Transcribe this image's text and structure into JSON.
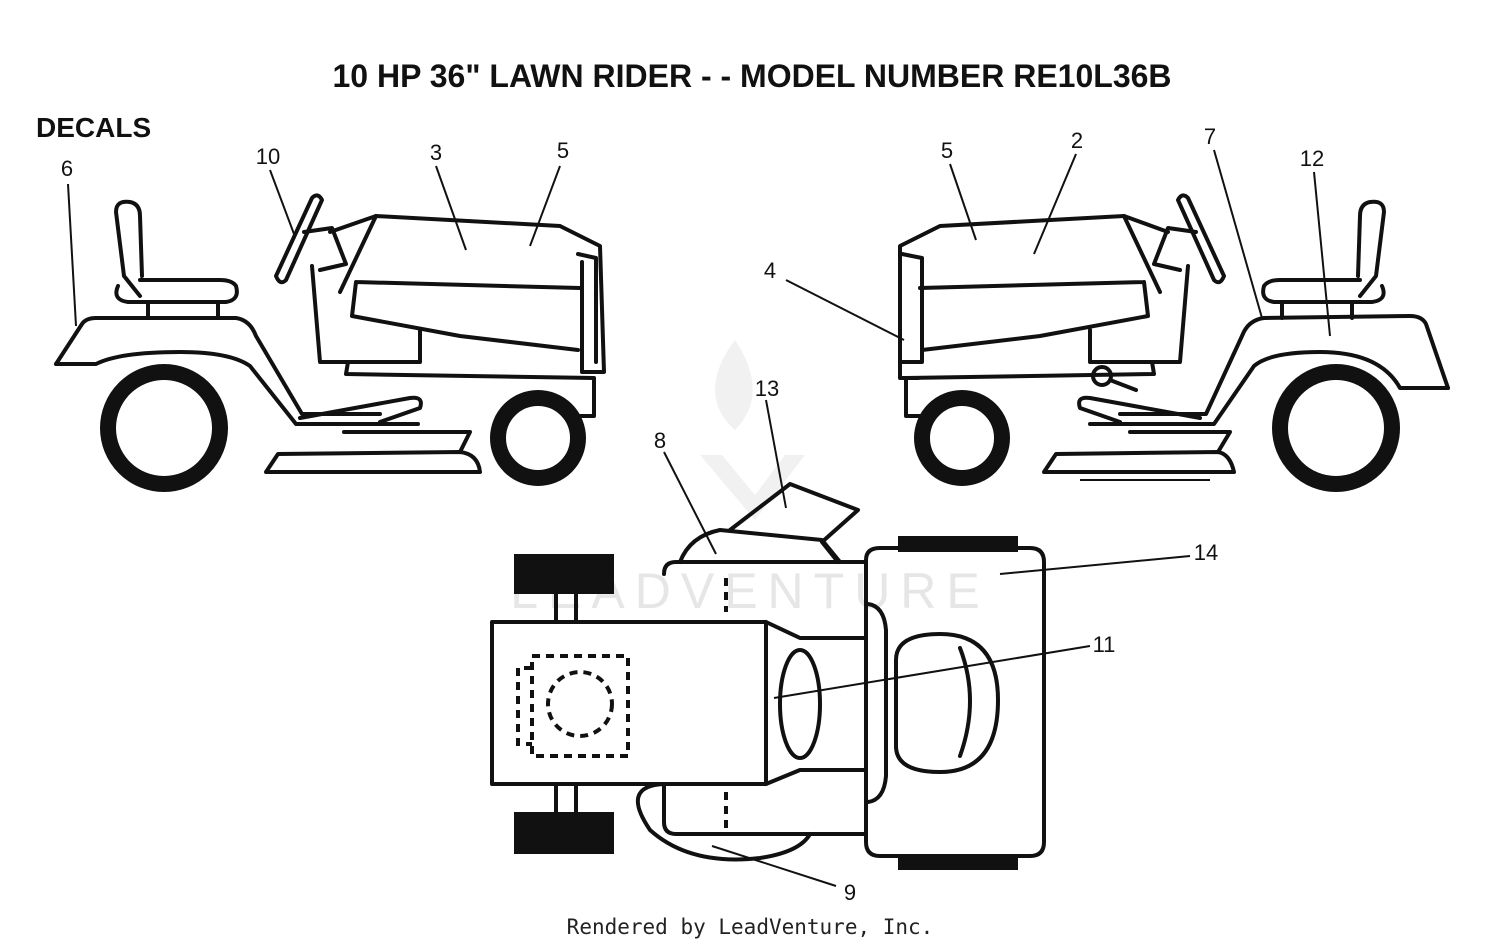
{
  "title": "10 HP 36\" LAWN RIDER - - MODEL NUMBER RE10L36B",
  "section_label": "DECALS",
  "footer": "Rendered by LeadVenture, Inc.",
  "watermark": "LEADVENTURE",
  "callouts": [
    "6",
    "10",
    "3",
    "5",
    "5",
    "2",
    "7",
    "12",
    "4",
    "13",
    "8",
    "14",
    "11",
    "9"
  ]
}
